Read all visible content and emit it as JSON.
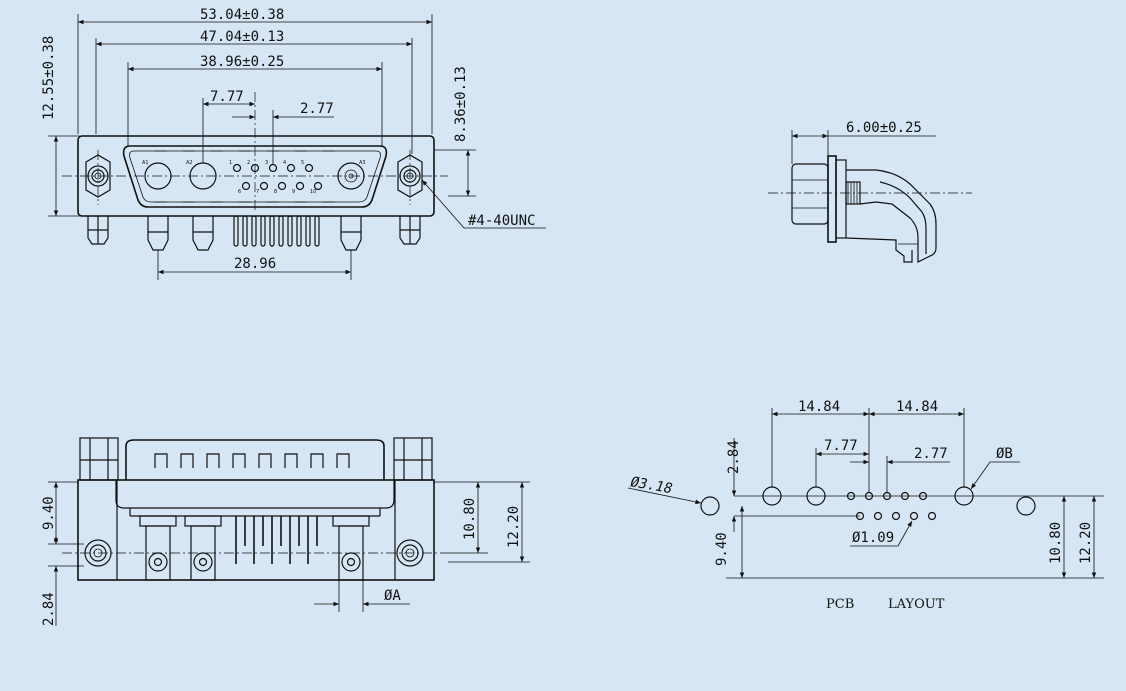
{
  "front_view": {
    "dim_overall": "53.04±0.38",
    "dim_flange": "47.04±0.13",
    "dim_shell": "38.96±0.25",
    "dim_pitch_large": "7.77",
    "dim_pitch_small": "2.77",
    "dim_height": "12.55±0.38",
    "dim_center_height": "8.36±0.13",
    "dim_coax_span": "28.96",
    "thread_callout": "#4-40UNC",
    "contact_labels": [
      "A1",
      "A2",
      "A3"
    ],
    "signal_top_numbers": [
      "1",
      "2",
      "3",
      "4",
      "5"
    ],
    "signal_bottom_numbers": [
      "6",
      "7",
      "8",
      "9",
      "10"
    ]
  },
  "side_view": {
    "dim_depth": "6.00±0.25"
  },
  "bottom_view": {
    "dim_9_40": "9.40",
    "dim_10_80": "10.80",
    "dim_12_20": "12.20",
    "dim_2_84": "2.84",
    "dim_phi_a": "ØA"
  },
  "pcb_layout": {
    "dim_left_half": "14.84",
    "dim_right_half": "14.84",
    "dim_pitch_large": "7.77",
    "dim_pitch_small": "2.77",
    "dim_2_84": "2.84",
    "dim_9_40": "9.40",
    "dim_10_80": "10.80",
    "dim_12_20": "12.20",
    "dim_mount_hole": "Ø3.18",
    "dim_coax_hole": "ØB",
    "dim_signal_hole": "Ø1.09",
    "caption_left": "PCB",
    "caption_right": "LAYOUT"
  }
}
